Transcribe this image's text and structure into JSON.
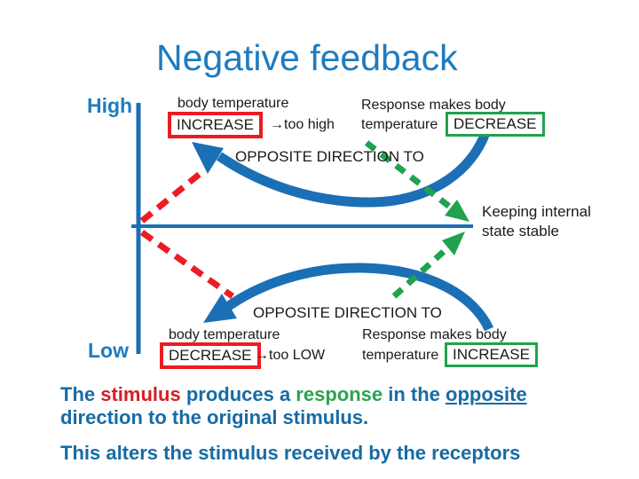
{
  "slide_title": "Negative feedback",
  "axis": {
    "high": "High",
    "low": "Low"
  },
  "top_loop": {
    "stimulus_line1": "body temperature",
    "stimulus_boxed": "INCREASE",
    "stimulus_suffix": "→too high",
    "opposite": "OPPOSITE DIRECTION TO",
    "response_line1": "Response makes body",
    "response_prefix": "temperature",
    "response_boxed": "DECREASE"
  },
  "bottom_loop": {
    "opposite": "OPPOSITE DIRECTION TO",
    "stimulus_line1": "body temperature",
    "stimulus_boxed": "DECREASE",
    "stimulus_suffix": "→too LOW",
    "response_line1": "Response makes body",
    "response_prefix": "temperature",
    "response_boxed": "INCREASE"
  },
  "annotation": {
    "line1": "Keeping internal",
    "line2": "state stable"
  },
  "summary": {
    "p1": {
      "t1": "The ",
      "t2": "stimulus",
      "t3": " produces a ",
      "t4": "response",
      "t5": " in the ",
      "t6": "opposite",
      "line2": "direction to the original stimulus."
    },
    "p2": "This alters the stimulus received by the receptors"
  },
  "colors": {
    "title_blue": "#1F7BBF",
    "diagram_blue": "#1B6FB5",
    "summary_text_blue": "#176BA4",
    "alert_red": "#EB1C24",
    "stimulus_text_red": "#D22027",
    "ok_green": "#21A24E",
    "response_text_green": "#2AA351",
    "diagram_text_black": "#1A1A1A"
  }
}
